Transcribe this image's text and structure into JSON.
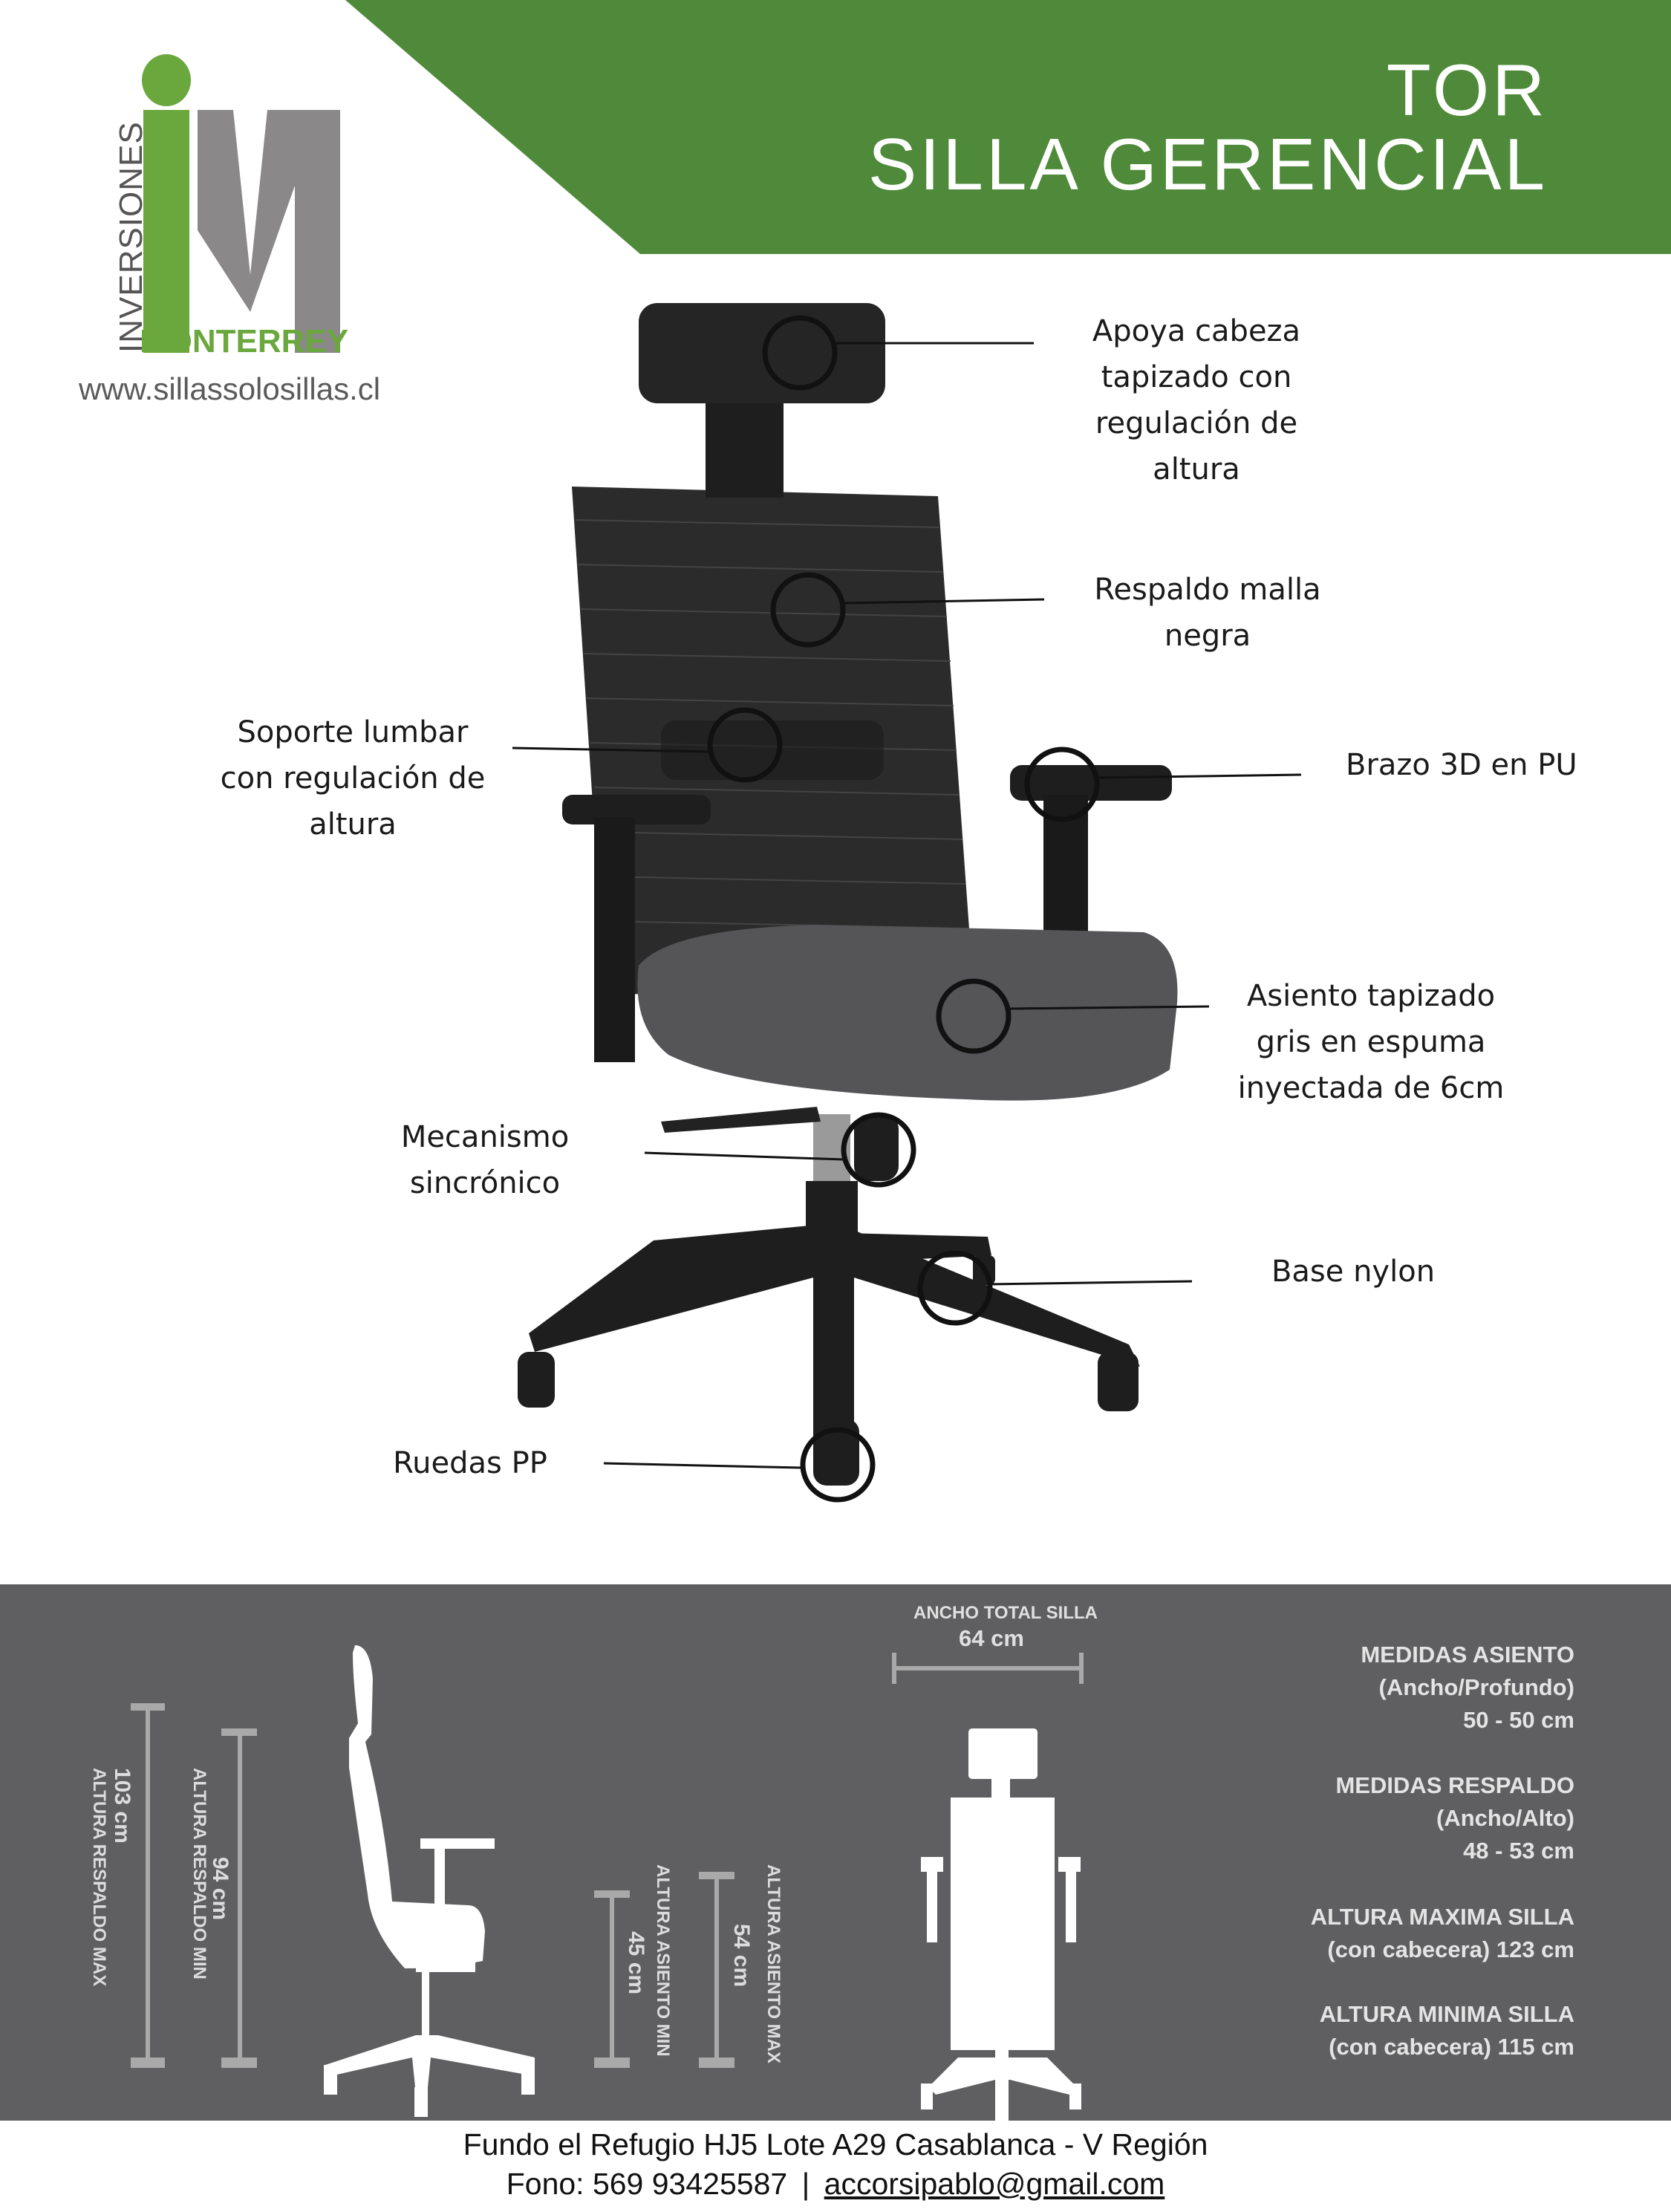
{
  "header": {
    "model": "TOR",
    "subtitle": "SILLA GERENCIAL"
  },
  "logo": {
    "vertical_text": "INVERSIONES",
    "brand": "MONTERREY",
    "letters": "iM",
    "website": "www.sillassolosillas.cl"
  },
  "colors": {
    "green": "#4f8a3a",
    "logo_green": "#6aa83e",
    "gray_panel": "#5f5e60"
  },
  "features": {
    "headrest": [
      "Apoya cabeza",
      "tapizado con",
      "regulación de",
      "altura"
    ],
    "backrest": [
      "Respaldo malla",
      "negra"
    ],
    "lumbar": [
      "Soporte lumbar",
      "con regulación de",
      "altura"
    ],
    "arm": [
      "Brazo 3D en PU"
    ],
    "seat": [
      "Asiento tapizado",
      "gris en espuma",
      "inyectada de 6cm"
    ],
    "mechanism": [
      "Mecanismo",
      "sincrónico"
    ],
    "base": [
      "Base nylon"
    ],
    "wheels": [
      "Ruedas PP"
    ]
  },
  "dimensions": {
    "back_max": {
      "value": "103 cm",
      "label": "ALTURA RESPALDO MAX"
    },
    "back_min": {
      "value": "94 cm",
      "label": "ALTURA RESPALDO MIN"
    },
    "seat_min": {
      "value": "45 cm",
      "label": "ALTURA ASIENTO MIN"
    },
    "seat_max": {
      "value": "54 cm",
      "label": "ALTURA ASIENTO MAX"
    },
    "width": {
      "label": "ANCHO TOTAL SILLA",
      "value": "64 cm"
    }
  },
  "specs": [
    {
      "title": "MEDIDAS ASIENTO",
      "sub": "(Ancho/Profundo)",
      "value": "50 - 50 cm"
    },
    {
      "title": "MEDIDAS RESPALDO",
      "sub": "(Ancho/Alto)",
      "value": "48 - 53 cm"
    },
    {
      "title": "ALTURA MAXIMA SILLA",
      "value": "(con cabecera) 123 cm"
    },
    {
      "title": "ALTURA MINIMA SILLA",
      "value": "(con cabecera) 115 cm"
    }
  ],
  "footer": {
    "address": "Fundo el Refugio HJ5 Lote A29 Casablanca - V Región",
    "phone": "Fono: 569 93425587",
    "separator": "|",
    "email": "accorsipablo@gmail.com"
  }
}
